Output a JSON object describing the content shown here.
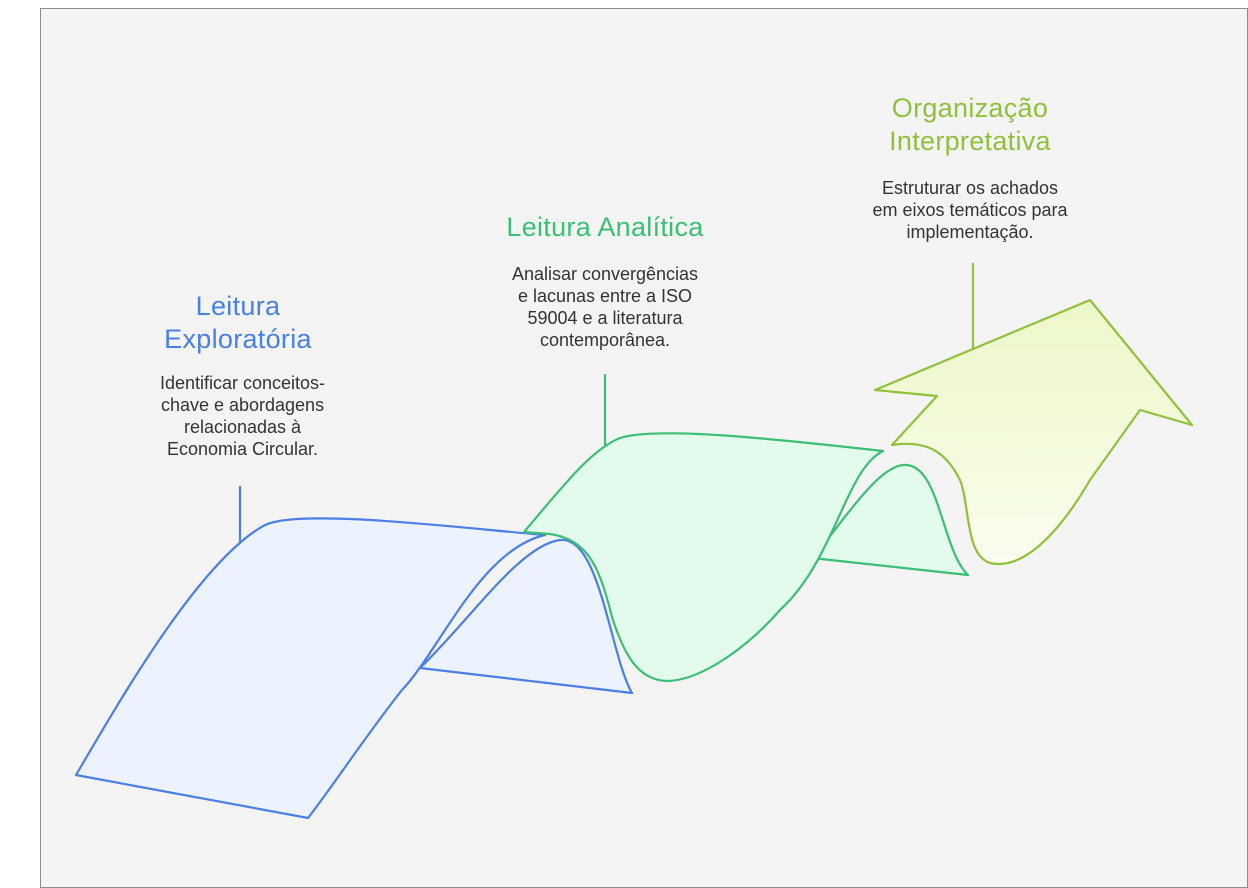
{
  "stages": [
    {
      "title_line1": "Leitura",
      "title_line2": "Exploratória",
      "desc_line1": "Identificar conceitos-",
      "desc_line2": "chave e abordagens",
      "desc_line3": "relacionadas à",
      "desc_line4": "Economia Circular.",
      "color": "#4a7fe6",
      "fill": "#ecf2fe"
    },
    {
      "title_line1": "Leitura Analítica",
      "desc_line1": "Analisar convergências",
      "desc_line2": "e lacunas entre a ISO",
      "desc_line3": "59004 e a literatura",
      "desc_line4": "contemporânea.",
      "color": "#3bbf73",
      "fill": "#e3fbec"
    },
    {
      "title_line1": "Organização",
      "title_line2": "Interpretativa",
      "desc_line1": "Estruturar os achados",
      "desc_line2": "em eixos temáticos para",
      "desc_line3": "implementação.",
      "color": "#8fc13b",
      "fill_top": "#ecf7c8",
      "fill_bottom": "#fbfdee"
    }
  ]
}
